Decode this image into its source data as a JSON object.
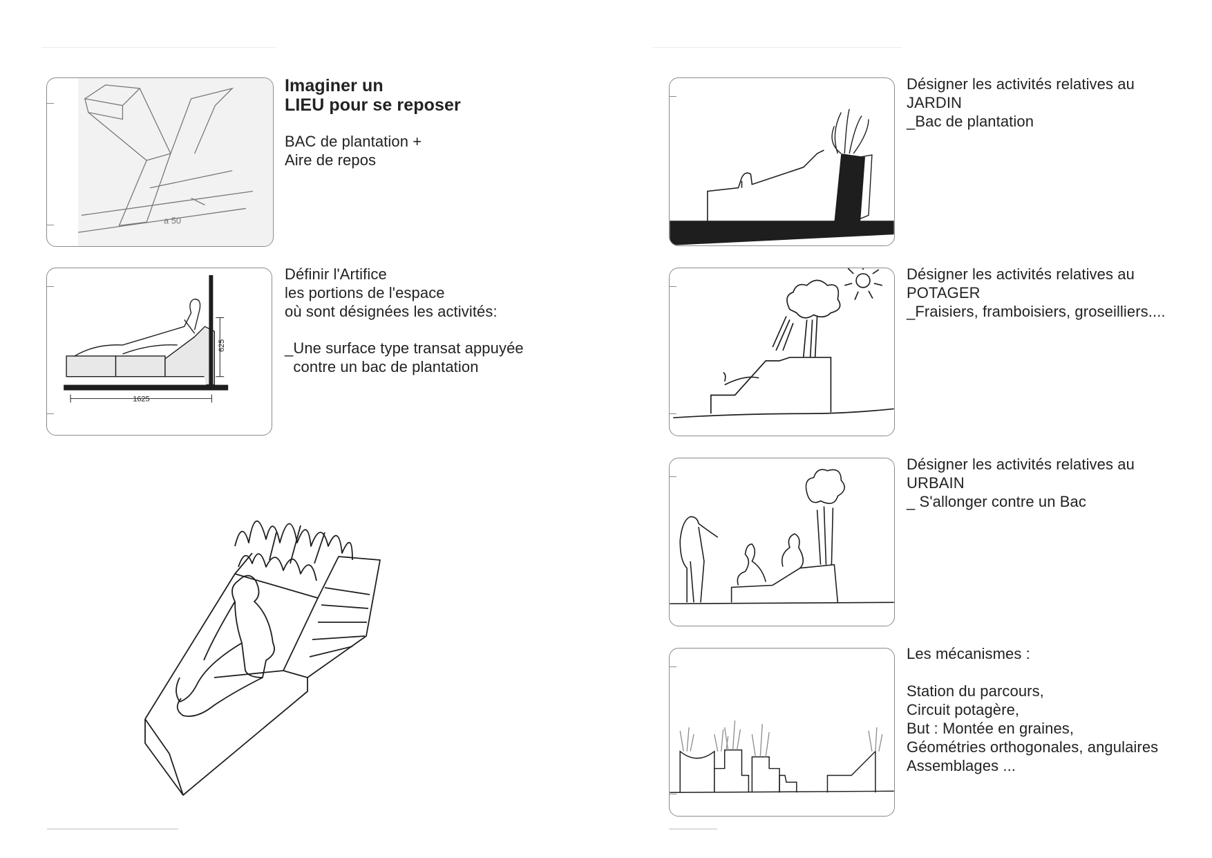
{
  "left": {
    "block1": {
      "title_line1": "Imaginer un",
      "title_line2": "LIEU pour se reposer",
      "line1": "BAC de plantation +",
      "line2": "Aire de repos",
      "sketch_label": "a   50"
    },
    "block2": {
      "line1": "Définir l'Artifice",
      "line2": "les portions de l'espace",
      "line3": "où sont désignées les activités:",
      "line4": "_Une surface type transat appuyée",
      "line5": "  contre un bac de plantation",
      "dim_height": "625",
      "dim_width": "1625"
    }
  },
  "right": {
    "block1": {
      "line1": "Désigner les activités relatives au",
      "line2": "JARDIN",
      "line3": "_Bac de plantation"
    },
    "block2": {
      "line1": "Désigner les activités relatives au",
      "line2": "POTAGER",
      "line3": "_Fraisiers, framboisiers, groseilliers...."
    },
    "block3": {
      "line1": "Désigner les activités relatives au",
      "line2": "URBAIN",
      "line3": "_ S'allonger contre un Bac"
    },
    "block4": {
      "line1": "Les mécanismes :",
      "line2": "Station du parcours,",
      "line3": "Circuit potagère,",
      "line4": "But : Montée en graines,",
      "line5": "Géométries orthogonales, angulaires",
      "line6": "Assemblages ..."
    }
  },
  "colors": {
    "ink": "#1e1e1e",
    "frame": "#8a8a8a",
    "faint": "#aaaaaa"
  }
}
